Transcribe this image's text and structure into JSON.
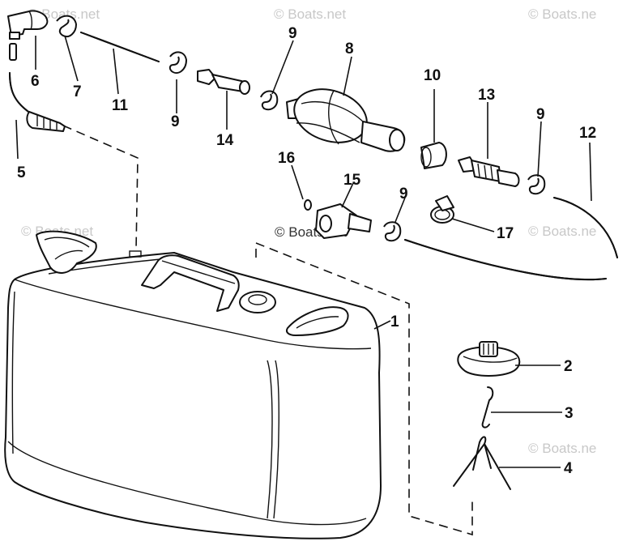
{
  "watermark": {
    "text": "© Boats.net",
    "text_partial": "© Boats.ne"
  },
  "callouts": [
    {
      "id": "c1",
      "label": "1"
    },
    {
      "id": "c2",
      "label": "2"
    },
    {
      "id": "c3",
      "label": "3"
    },
    {
      "id": "c4",
      "label": "4"
    },
    {
      "id": "c5",
      "label": "5"
    },
    {
      "id": "c6",
      "label": "6"
    },
    {
      "id": "c7",
      "label": "7"
    },
    {
      "id": "c8",
      "label": "8"
    },
    {
      "id": "c9a",
      "label": "9"
    },
    {
      "id": "c9b",
      "label": "9"
    },
    {
      "id": "c9c",
      "label": "9"
    },
    {
      "id": "c9d",
      "label": "9"
    },
    {
      "id": "c10",
      "label": "10"
    },
    {
      "id": "c11",
      "label": "11"
    },
    {
      "id": "c12",
      "label": "12"
    },
    {
      "id": "c13",
      "label": "13"
    },
    {
      "id": "c14",
      "label": "14"
    },
    {
      "id": "c15",
      "label": "15"
    },
    {
      "id": "c16",
      "label": "16"
    },
    {
      "id": "c17",
      "label": "17"
    }
  ]
}
